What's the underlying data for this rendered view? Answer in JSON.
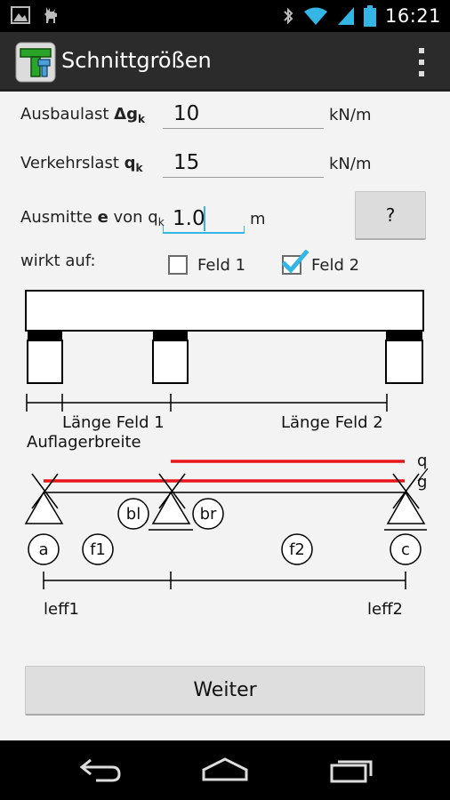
{
  "status_bar": {
    "time": "16:21"
  },
  "app": {
    "title": "Schnittgrößen"
  },
  "form": {
    "ausbaulast": {
      "label": "Ausbaulast",
      "symbol": "Δg",
      "subscript": "k",
      "value": "10",
      "unit": "kN/m"
    },
    "verkehrslast": {
      "label": "Verkehrslast",
      "symbol": "q",
      "subscript": "k",
      "value": "15",
      "unit": "kN/m"
    },
    "ausmitte": {
      "label": "Ausmitte",
      "symbol": "e",
      "connector": "von q",
      "subscript": "k",
      "value": "1.0",
      "unit": "m"
    },
    "help_label": "?",
    "wirkt_auf": "wirkt auf:",
    "feld1": {
      "label": "Feld 1",
      "checked": false
    },
    "feld2": {
      "label": "Feld 2",
      "checked": true
    }
  },
  "diagram": {
    "laenge_feld1": "Länge Feld 1",
    "laenge_feld2": "Länge Feld 2",
    "auflagerbreite": "Auflagerbreite",
    "load_q": "q",
    "load_g": "g",
    "node_bl": "bl",
    "node_br": "br",
    "node_a": "a",
    "node_f1": "f1",
    "node_f2": "f2",
    "node_c": "c",
    "leff1": "leff1",
    "leff2": "leff2",
    "load_color": "#e8141a"
  },
  "actions": {
    "weiter": "Weiter"
  }
}
